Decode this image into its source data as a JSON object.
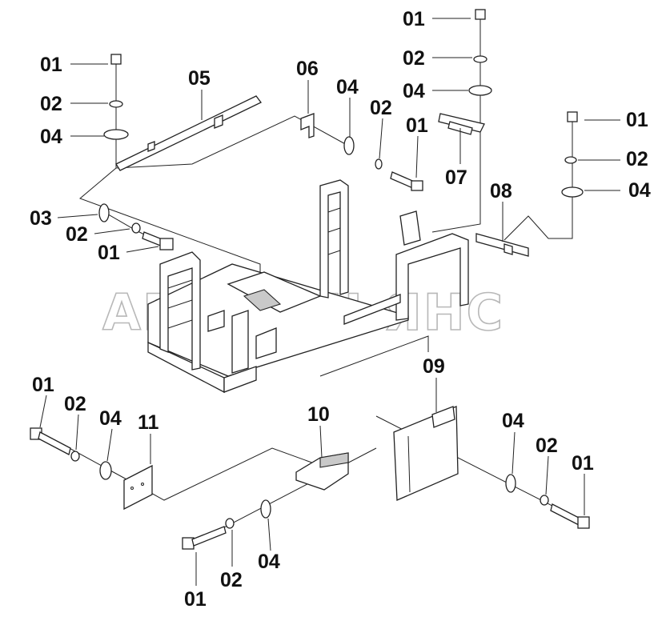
{
  "watermark": "АВТОАЛЬЯНС",
  "callouts": [
    {
      "id": "c1",
      "text": "01"
    },
    {
      "id": "c2",
      "text": "02"
    },
    {
      "id": "c3",
      "text": "04"
    },
    {
      "id": "c4",
      "text": "01"
    },
    {
      "id": "c5",
      "text": "02"
    },
    {
      "id": "c6",
      "text": "04"
    },
    {
      "id": "c7",
      "text": "05"
    },
    {
      "id": "c8",
      "text": "06"
    },
    {
      "id": "c9",
      "text": "04"
    },
    {
      "id": "c10",
      "text": "02"
    },
    {
      "id": "c11",
      "text": "01"
    },
    {
      "id": "c12",
      "text": "07"
    },
    {
      "id": "c13",
      "text": "01"
    },
    {
      "id": "c14",
      "text": "02"
    },
    {
      "id": "c15",
      "text": "04"
    },
    {
      "id": "c16",
      "text": "08"
    },
    {
      "id": "c17",
      "text": "03"
    },
    {
      "id": "c18",
      "text": "02"
    },
    {
      "id": "c19",
      "text": "01"
    },
    {
      "id": "c20",
      "text": "09"
    },
    {
      "id": "c21",
      "text": "01"
    },
    {
      "id": "c22",
      "text": "02"
    },
    {
      "id": "c23",
      "text": "04"
    },
    {
      "id": "c24",
      "text": "11"
    },
    {
      "id": "c25",
      "text": "10"
    },
    {
      "id": "c26",
      "text": "04"
    },
    {
      "id": "c27",
      "text": "02"
    },
    {
      "id": "c28",
      "text": "01"
    },
    {
      "id": "c29",
      "text": "01"
    },
    {
      "id": "c30",
      "text": "02"
    },
    {
      "id": "c31",
      "text": "04"
    }
  ]
}
